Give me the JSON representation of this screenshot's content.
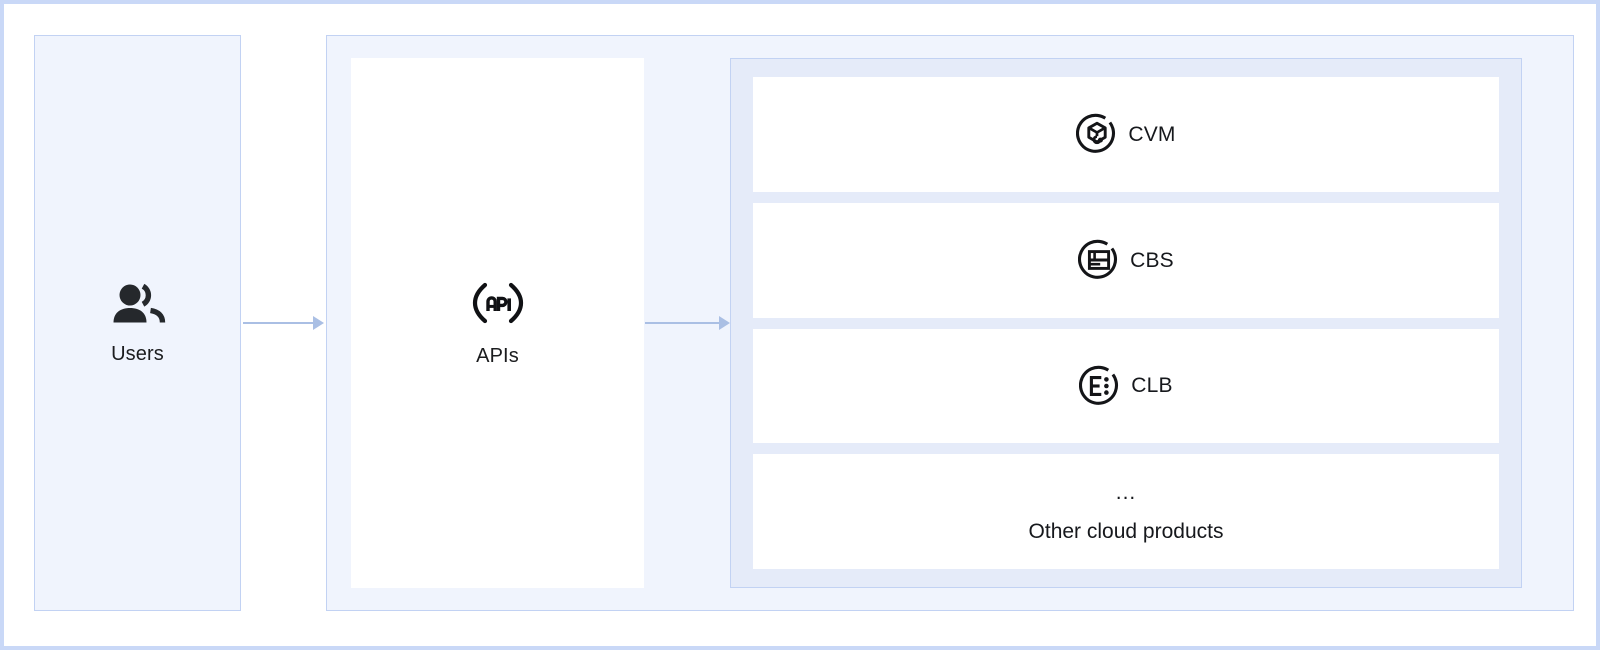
{
  "diagram": {
    "users": {
      "label": "Users",
      "icon": "users-group-icon"
    },
    "platform": {
      "apis": {
        "label": "APIs",
        "icon": "api-brackets-icon",
        "icon_text": "API"
      },
      "cloud_products": {
        "items": [
          {
            "label": "CVM",
            "icon": "cvm-cube-circle-icon"
          },
          {
            "label": "CBS",
            "icon": "cbs-storage-circle-icon"
          },
          {
            "label": "CLB",
            "icon": "clb-loadbalancer-circle-icon"
          }
        ],
        "other": {
          "ellipsis": "...",
          "label": "Other cloud products"
        }
      }
    },
    "arrows": [
      {
        "name": "users-to-apis",
        "from": "Users",
        "to": "APIs"
      },
      {
        "name": "apis-to-cloud-products",
        "from": "APIs",
        "to": "Cloud products"
      }
    ]
  },
  "colors": {
    "page_border": "#c9d8f7",
    "panel_fill": "#f0f4fd",
    "panel_border": "#c2d2f3",
    "cloud_panel_fill": "#e5ebf9",
    "card_fill": "#ffffff",
    "arrow": "#aabfe4",
    "text": "#16181c"
  }
}
